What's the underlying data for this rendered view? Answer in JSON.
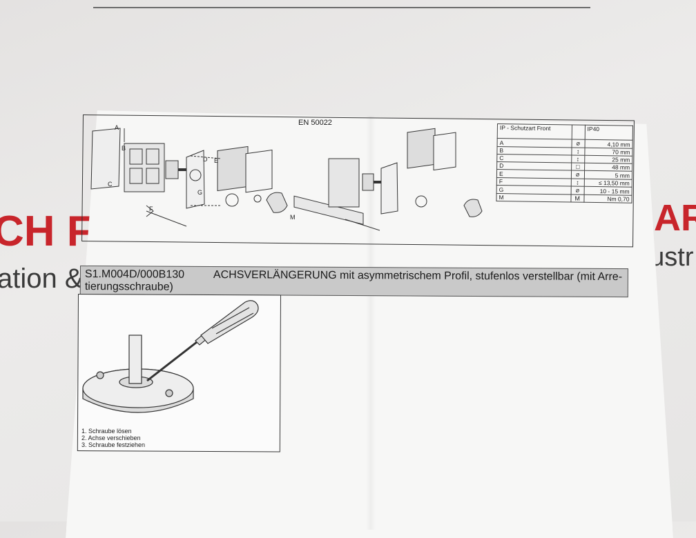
{
  "background": {
    "print_left": "CH F",
    "print_left_sub": "ation &",
    "print_right": "MAR",
    "print_right_sub": "dustr"
  },
  "diagram": {
    "standard": "EN 50022",
    "callouts": [
      "A",
      "B",
      "C",
      "D",
      "E",
      "F",
      "G",
      "M"
    ]
  },
  "spec_table": {
    "header": {
      "label": "IP - Schutzart Front",
      "value": "IP40"
    },
    "rows": [
      {
        "label": "A",
        "symbol": "⌀",
        "value": "4,10 mm"
      },
      {
        "label": "B",
        "symbol": "↕",
        "value": "70 mm"
      },
      {
        "label": "C",
        "symbol": "↕",
        "value": "25 mm"
      },
      {
        "label": "D",
        "symbol": "□",
        "value": "48 mm"
      },
      {
        "label": "E",
        "symbol": "⌀",
        "value": "5 mm"
      },
      {
        "label": "F",
        "symbol": "↕",
        "value": "≤ 13,50 mm"
      },
      {
        "label": "G",
        "symbol": "⌀",
        "value": "10 - 15 mm"
      },
      {
        "label": "M",
        "symbol": "M",
        "value": "Nm 0,70"
      }
    ]
  },
  "section": {
    "code": "S1.M004D/000B130",
    "title": "ACHSVERLÄNGERUNG mit asymmetrischem Profil, stufenlos verstellbar (mit Arre-",
    "title_cont": "tierungsschraube)"
  },
  "steps": [
    "1. Schraube lösen",
    "2. Achse verschieben",
    "3. Schraube festziehen"
  ],
  "colors": {
    "print_red": "#c8252b",
    "title_bar": "#c9c9c9",
    "paper": "#f7f7f6"
  }
}
